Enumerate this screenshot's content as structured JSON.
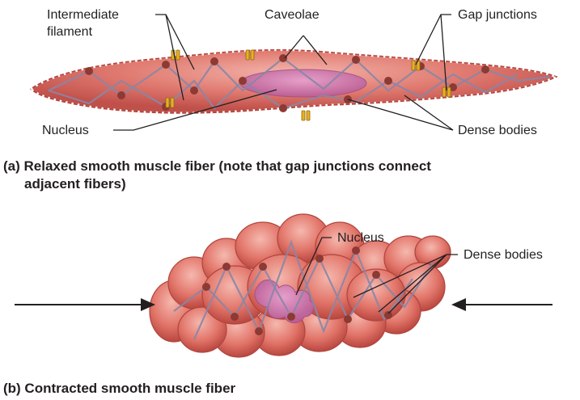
{
  "panel_a": {
    "labels": {
      "intermediate_filament_line1": "Intermediate",
      "intermediate_filament_line2": "filament",
      "caveolae": "Caveolae",
      "gap_junctions": "Gap junctions",
      "nucleus": "Nucleus",
      "dense_bodies": "Dense bodies"
    },
    "caption_line1": "(a) Relaxed smooth muscle fiber (note that gap junctions connect",
    "caption_line2": "adjacent fibers)"
  },
  "panel_b": {
    "labels": {
      "nucleus": "Nucleus",
      "dense_bodies": "Dense bodies"
    },
    "caption": "(b) Contracted smooth muscle fiber"
  },
  "colors": {
    "cell_fill": "#d9665e",
    "cell_light": "#f0a8a0",
    "cell_edge": "#b0453f",
    "nucleus": "#c86fa8",
    "filament": "#8a86a6",
    "dense_body": "#8c3a33",
    "gap_junction": "#e8b020",
    "caveolae": "#ffffff"
  }
}
